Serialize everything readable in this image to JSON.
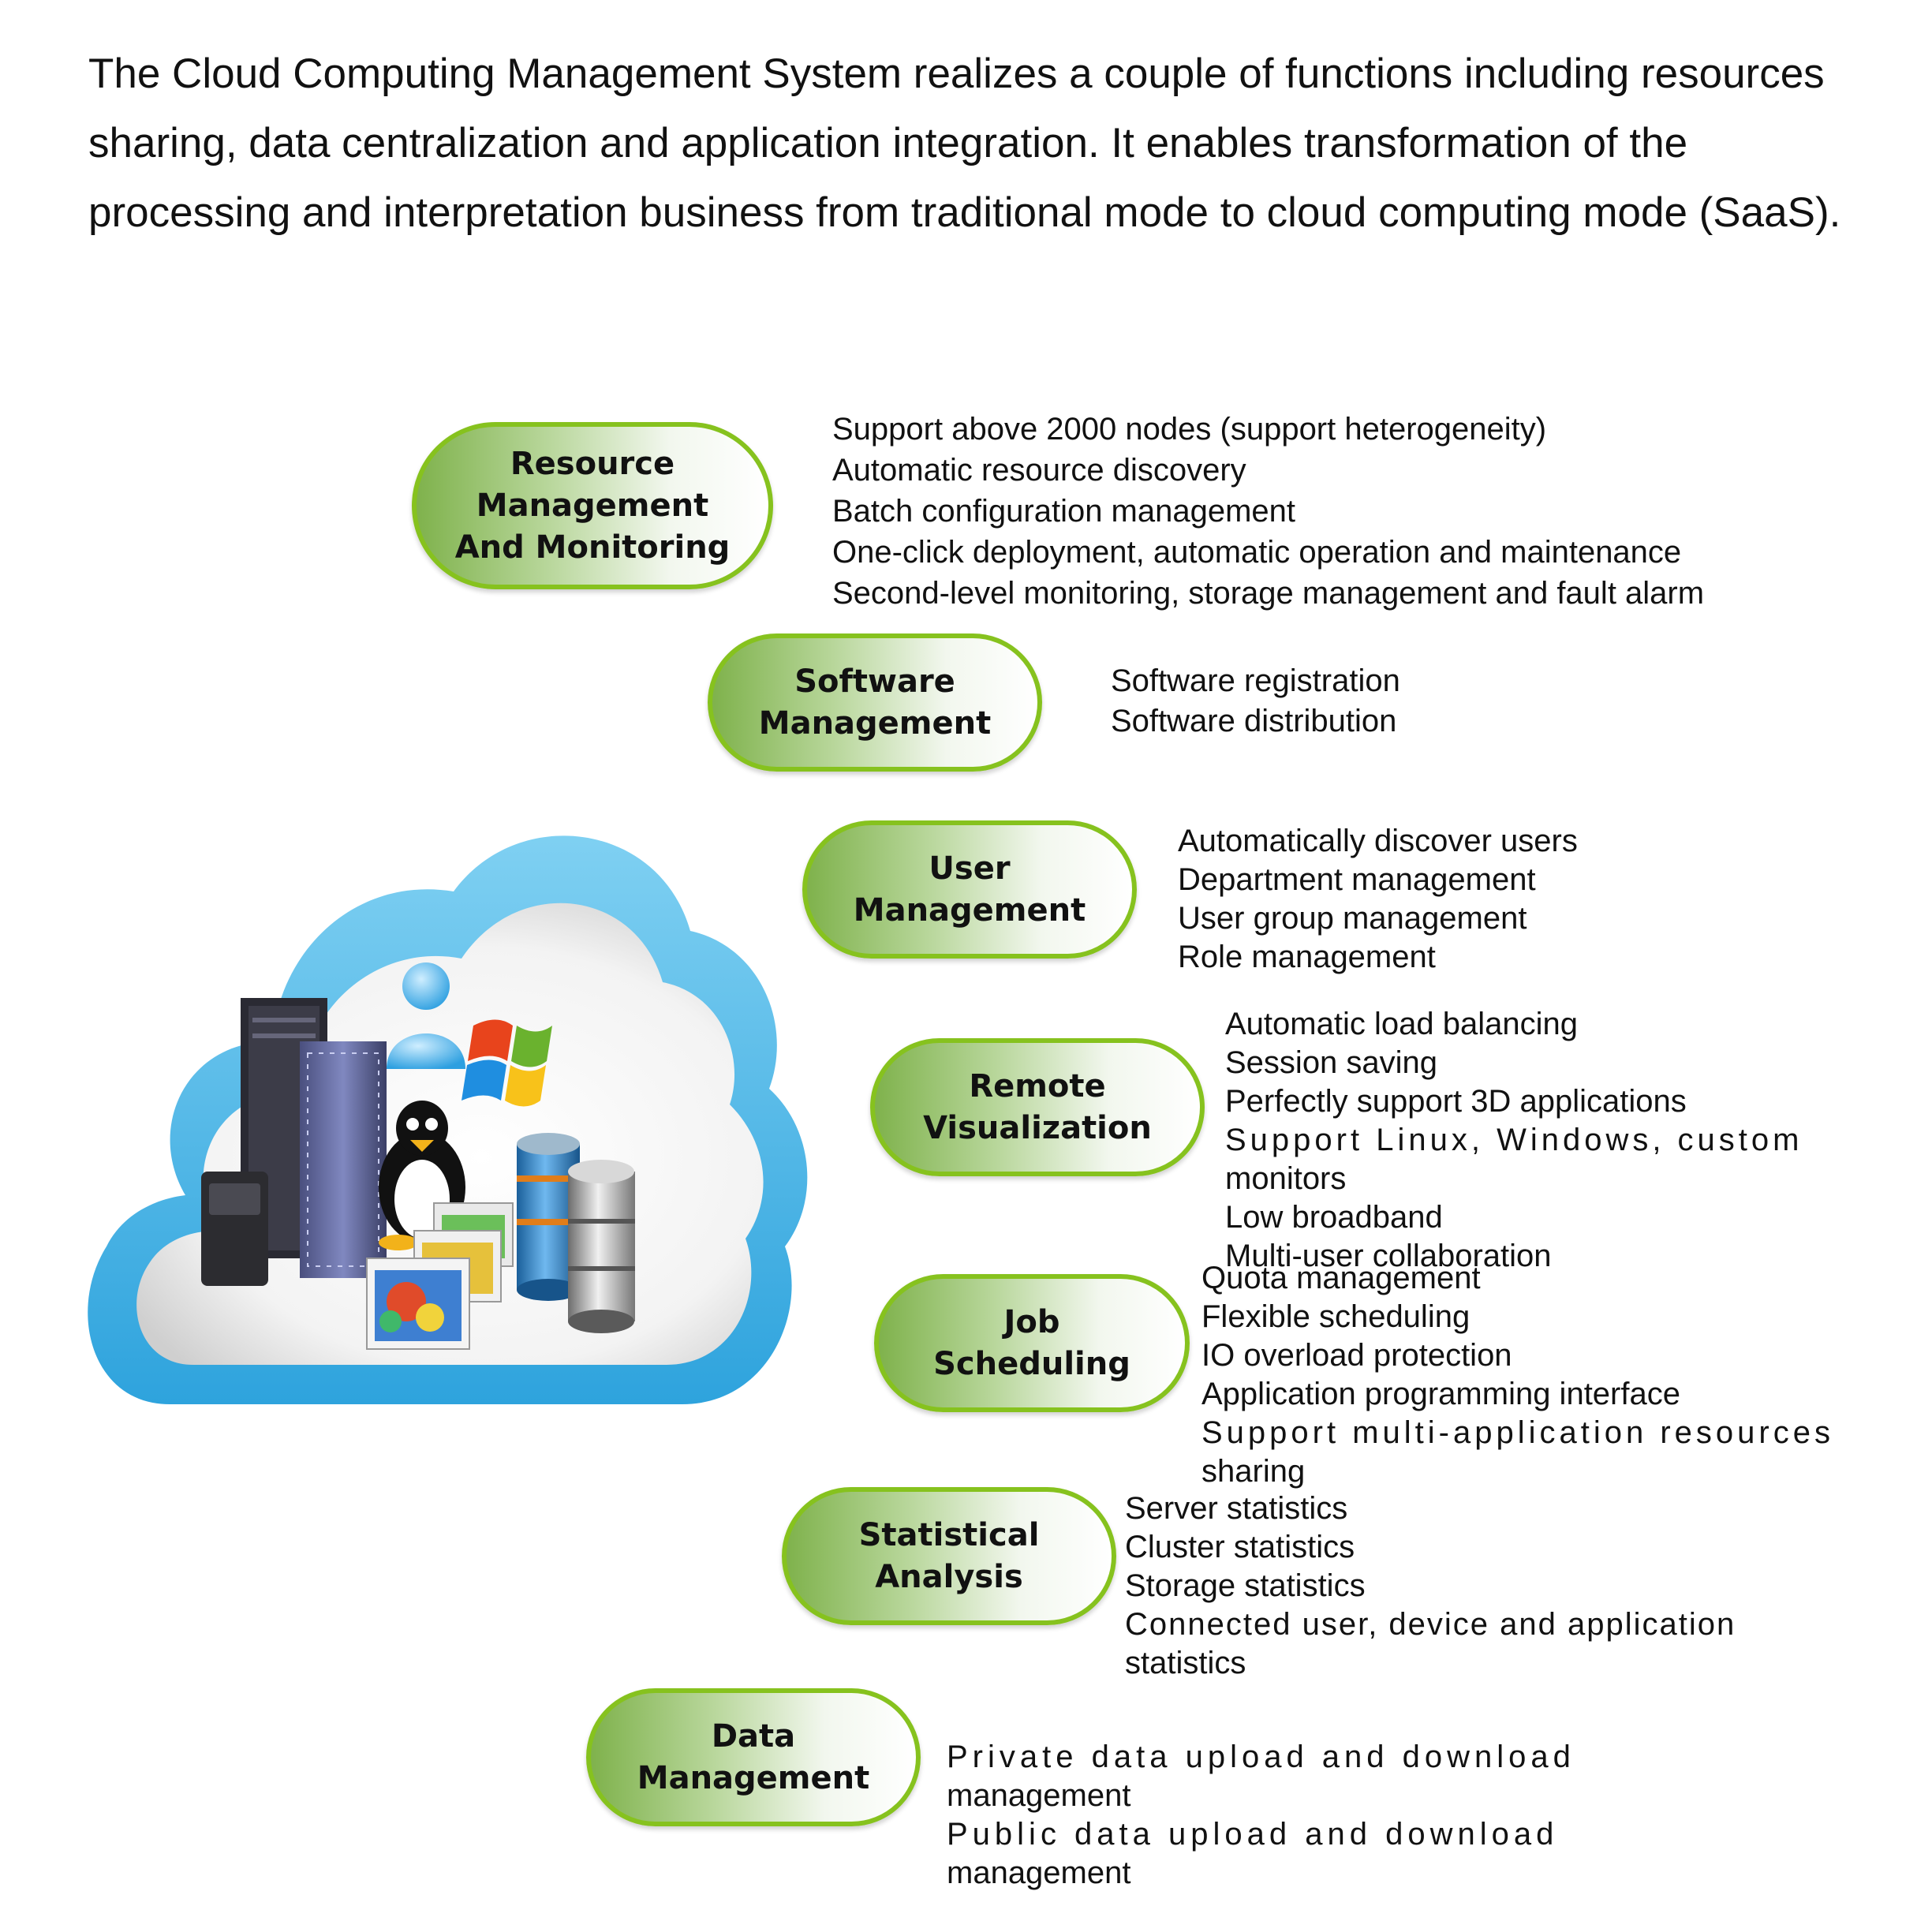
{
  "intro": {
    "line1": "The Cloud Computing Management System realizes a couple of functions including resources",
    "line2": "sharing, data centralization and application integration. It enables transformation of the",
    "line3": "processing  and interpretation business from traditional mode to cloud computing mode (SaaS)."
  },
  "modules": [
    {
      "title": "Resource\nManagement\nAnd Monitoring",
      "items": [
        "Support above 2000 nodes (support heterogeneity)",
        "Automatic resource discovery",
        "Batch configuration management",
        "One-click deployment, automatic operation and maintenance",
        "Second-level monitoring, storage management and fault alarm"
      ]
    },
    {
      "title": "Software\nManagement",
      "items": [
        "Software registration",
        "Software distribution"
      ]
    },
    {
      "title": "User\nManagement",
      "items": [
        "Automatically discover users",
        "Department management",
        "User group management",
        "Role management"
      ]
    },
    {
      "title": "Remote\nVisualization",
      "items": [
        "Automatic load balancing",
        "Session saving",
        "Perfectly support 3D applications",
        "Support Linux, Windows, custom",
        "monitors",
        "Low broadband",
        "Multi-user collaboration"
      ]
    },
    {
      "title": "Job\nScheduling",
      "items": [
        "Quota management",
        "Flexible scheduling",
        "IO overload protection",
        "Application programming interface",
        "Support multi-application resources",
        "sharing"
      ]
    },
    {
      "title": "Statistical\nAnalysis",
      "items": [
        "Server statistics",
        "Cluster  statistics",
        "Storage statistics",
        "Connected user, device and application",
        "statistics"
      ]
    },
    {
      "title": "Data\nManagement",
      "items": [
        "Private data upload and download",
        "management",
        "Public data upload and download",
        "management"
      ]
    }
  ],
  "colors": {
    "pill_border": "#86c21e",
    "pill_fill_dark": "#7fb24c",
    "cloud_blue": "#4fb3e3"
  }
}
